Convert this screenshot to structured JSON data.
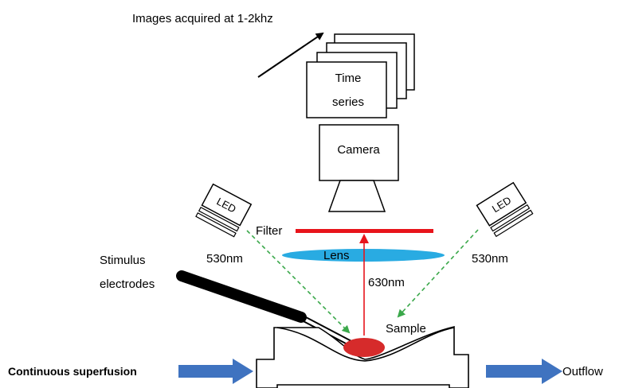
{
  "labels": {
    "images_acquired": "Images acquired at 1-2khz",
    "time_series_line1": "Time",
    "time_series_line2": "series",
    "camera": "Camera",
    "led_left": "LED",
    "led_right": "LED",
    "filter": "Filter",
    "lens": "Lens",
    "wavelength_left": "530nm",
    "wavelength_right": "530nm",
    "emission_wavelength": "630nm",
    "stimulus_line1": "Stimulus",
    "stimulus_line2": "electrodes",
    "sample": "Sample",
    "inflow": "Continuous superfusion",
    "outflow": "Outflow"
  },
  "colors": {
    "filter": "#e8141b",
    "lens": "#29abe2",
    "excitation_light": "#3aa84a",
    "emission_light": "#e8141b",
    "flow_arrow": "#3f73c0",
    "sample": "#d62b2b",
    "electrode": "#000000",
    "outline": "#000000"
  }
}
